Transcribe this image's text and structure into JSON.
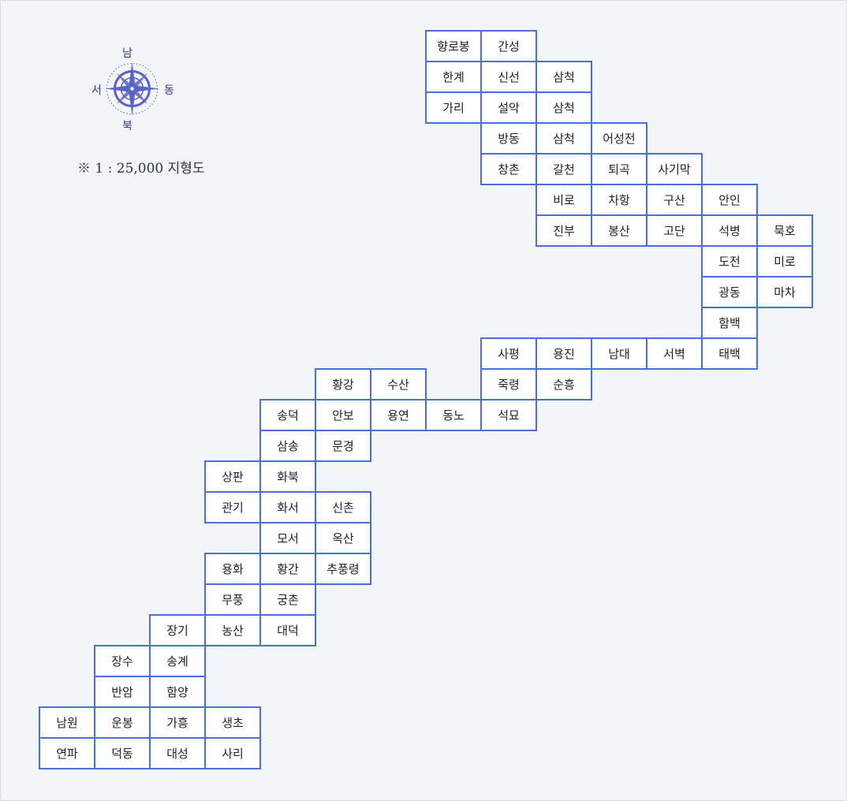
{
  "compass": {
    "north": "남",
    "south": "북",
    "west": "서",
    "east": "동",
    "icon": "compass-rose-icon",
    "color": "#5b63c4"
  },
  "scale_note": "※ 1 : 25,000 지형도",
  "colors": {
    "border": "#4c6fd6",
    "background": "#f4f5f8"
  },
  "sheets": [
    {
      "name": "향로봉",
      "col": 7,
      "row": 0
    },
    {
      "name": "간성",
      "col": 8,
      "row": 0
    },
    {
      "name": "한계",
      "col": 7,
      "row": 1
    },
    {
      "name": "신선",
      "col": 8,
      "row": 1
    },
    {
      "name": "삼척",
      "col": 9,
      "row": 1
    },
    {
      "name": "가리",
      "col": 7,
      "row": 2
    },
    {
      "name": "설악",
      "col": 8,
      "row": 2
    },
    {
      "name": "삼척",
      "col": 9,
      "row": 2
    },
    {
      "name": "방동",
      "col": 8,
      "row": 3
    },
    {
      "name": "삼척",
      "col": 9,
      "row": 3
    },
    {
      "name": "어성전",
      "col": 10,
      "row": 3
    },
    {
      "name": "창촌",
      "col": 8,
      "row": 4
    },
    {
      "name": "갈천",
      "col": 9,
      "row": 4
    },
    {
      "name": "퇴곡",
      "col": 10,
      "row": 4
    },
    {
      "name": "사기막",
      "col": 11,
      "row": 4
    },
    {
      "name": "비로",
      "col": 9,
      "row": 5
    },
    {
      "name": "차항",
      "col": 10,
      "row": 5
    },
    {
      "name": "구산",
      "col": 11,
      "row": 5
    },
    {
      "name": "안인",
      "col": 12,
      "row": 5
    },
    {
      "name": "진부",
      "col": 9,
      "row": 6
    },
    {
      "name": "봉산",
      "col": 10,
      "row": 6
    },
    {
      "name": "고단",
      "col": 11,
      "row": 6
    },
    {
      "name": "석병",
      "col": 12,
      "row": 6
    },
    {
      "name": "묵호",
      "col": 13,
      "row": 6
    },
    {
      "name": "도전",
      "col": 12,
      "row": 7
    },
    {
      "name": "미로",
      "col": 13,
      "row": 7
    },
    {
      "name": "광동",
      "col": 12,
      "row": 8
    },
    {
      "name": "마차",
      "col": 13,
      "row": 8
    },
    {
      "name": "함백",
      "col": 12,
      "row": 9
    },
    {
      "name": "사평",
      "col": 8,
      "row": 10
    },
    {
      "name": "용진",
      "col": 9,
      "row": 10
    },
    {
      "name": "남대",
      "col": 10,
      "row": 10
    },
    {
      "name": "서벽",
      "col": 11,
      "row": 10
    },
    {
      "name": "태백",
      "col": 12,
      "row": 10
    },
    {
      "name": "황강",
      "col": 5,
      "row": 11
    },
    {
      "name": "수산",
      "col": 6,
      "row": 11
    },
    {
      "name": "죽령",
      "col": 8,
      "row": 11
    },
    {
      "name": "순흥",
      "col": 9,
      "row": 11
    },
    {
      "name": "송덕",
      "col": 4,
      "row": 12
    },
    {
      "name": "안보",
      "col": 5,
      "row": 12
    },
    {
      "name": "용연",
      "col": 6,
      "row": 12
    },
    {
      "name": "동노",
      "col": 7,
      "row": 12
    },
    {
      "name": "석묘",
      "col": 8,
      "row": 12
    },
    {
      "name": "삼송",
      "col": 4,
      "row": 13
    },
    {
      "name": "문경",
      "col": 5,
      "row": 13
    },
    {
      "name": "상판",
      "col": 3,
      "row": 14
    },
    {
      "name": "화북",
      "col": 4,
      "row": 14
    },
    {
      "name": "관기",
      "col": 3,
      "row": 15
    },
    {
      "name": "화서",
      "col": 4,
      "row": 15
    },
    {
      "name": "신촌",
      "col": 5,
      "row": 15
    },
    {
      "name": "모서",
      "col": 4,
      "row": 16
    },
    {
      "name": "옥산",
      "col": 5,
      "row": 16
    },
    {
      "name": "용화",
      "col": 3,
      "row": 17
    },
    {
      "name": "황간",
      "col": 4,
      "row": 17
    },
    {
      "name": "추풍령",
      "col": 5,
      "row": 17
    },
    {
      "name": "무풍",
      "col": 3,
      "row": 18
    },
    {
      "name": "궁촌",
      "col": 4,
      "row": 18
    },
    {
      "name": "장기",
      "col": 2,
      "row": 19
    },
    {
      "name": "농산",
      "col": 3,
      "row": 19
    },
    {
      "name": "대덕",
      "col": 4,
      "row": 19
    },
    {
      "name": "장수",
      "col": 1,
      "row": 20
    },
    {
      "name": "송계",
      "col": 2,
      "row": 20
    },
    {
      "name": "반암",
      "col": 1,
      "row": 21
    },
    {
      "name": "함양",
      "col": 2,
      "row": 21
    },
    {
      "name": "남원",
      "col": 0,
      "row": 22
    },
    {
      "name": "운봉",
      "col": 1,
      "row": 22
    },
    {
      "name": "가흥",
      "col": 2,
      "row": 22
    },
    {
      "name": "생초",
      "col": 3,
      "row": 22
    },
    {
      "name": "연파",
      "col": 0,
      "row": 23
    },
    {
      "name": "덕동",
      "col": 1,
      "row": 23
    },
    {
      "name": "대성",
      "col": 2,
      "row": 23
    },
    {
      "name": "사리",
      "col": 3,
      "row": 23
    }
  ]
}
